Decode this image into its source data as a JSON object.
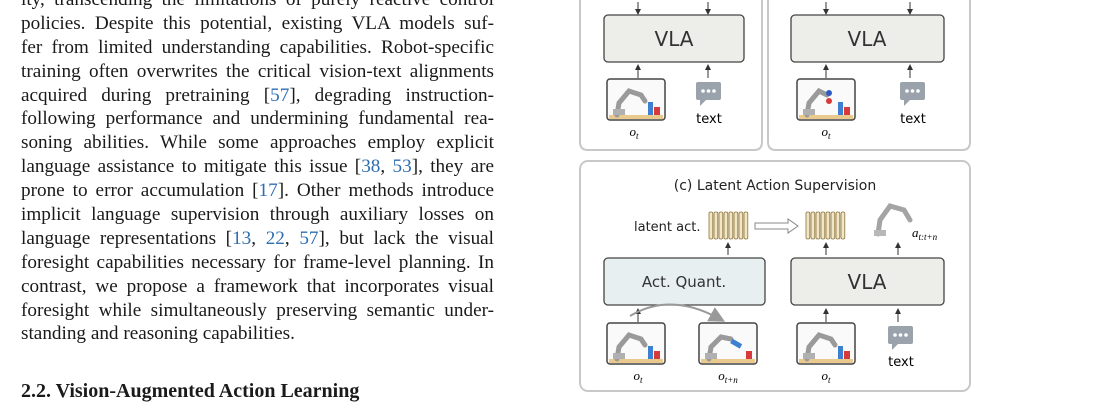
{
  "paragraph": {
    "lines": [
      [
        "ity, transcending the limitations of purely reactive control"
      ],
      [
        "policies. Despite this potential, existing VLA models suf-"
      ],
      [
        "fer from limited understanding capabilities. Robot-specific"
      ],
      [
        "training often overwrites the critical vision-text alignments"
      ],
      [
        "acquired during pretraining [",
        "57",
        "], degrading instruction-"
      ],
      [
        "following performance and undermining fundamental rea-"
      ],
      [
        "soning abilities. While some approaches employ explicit"
      ],
      [
        "language assistance to mitigate this issue [",
        "38",
        ", ",
        "53",
        "], they are"
      ],
      [
        "prone to error accumulation [",
        "17",
        "]. Other methods introduce"
      ],
      [
        "implicit language supervision through auxiliary losses on"
      ],
      [
        "language representations [",
        "13",
        ", ",
        "22",
        ", ",
        "57",
        "], but lack the visual"
      ],
      [
        "foresight capabilities necessary for frame-level planning. In"
      ],
      [
        "contrast, we propose a framework that incorporates visual"
      ],
      [
        "foresight while simultaneously preserving semantic under-"
      ],
      [
        "standing and reasoning capabilities."
      ]
    ]
  },
  "section_heading": "2.2. Vision-Augmented Action Learning",
  "figure": {
    "top_left_panel": {
      "model_label": "VLA",
      "obs_label": "o",
      "obs_sub": "t",
      "text_label": "text"
    },
    "top_right_panel": {
      "model_label": "VLA",
      "obs_label": "o",
      "obs_sub": "t",
      "text_label": "text"
    },
    "bottom_panel": {
      "title": "(c) Latent Action Supervision",
      "latent_label": "latent act.",
      "quant_label": "Act. Quant.",
      "model_label": "VLA",
      "obs_label": "o",
      "obs_sub": "t",
      "next_obs_sub": "t+n",
      "action_label": "a",
      "action_sub": "t:t+n",
      "text_label": "text"
    },
    "colors": {
      "panel_border": "#c8c8c8",
      "vla_fill": "#ededea",
      "quant_fill": "#e8eff1",
      "latent_fill": "#f3e6c4",
      "latent_stroke": "#8a7440",
      "table": "#e9c98c",
      "text_icon": "#9aa3ab",
      "cite": "#2f6db3"
    }
  }
}
